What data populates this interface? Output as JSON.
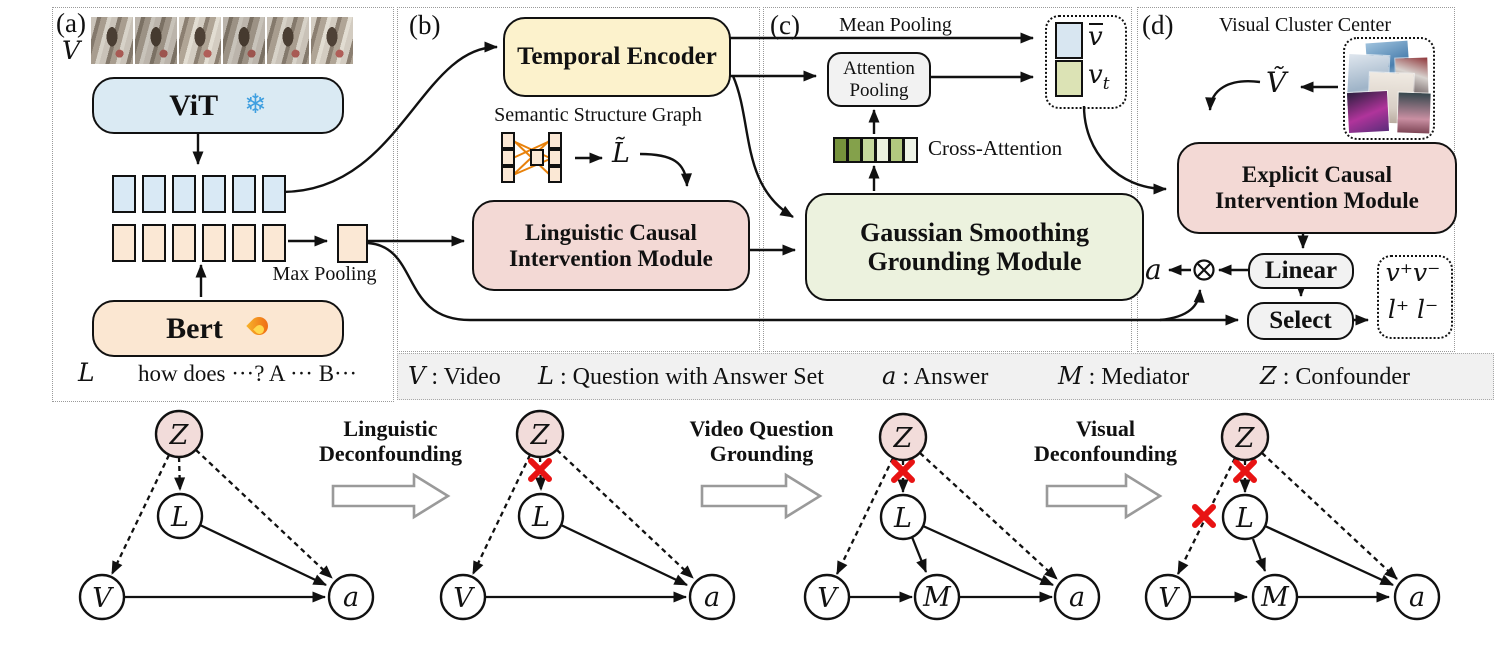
{
  "figure": {
    "panel_a": {
      "label": "(a)",
      "video_symbol": "V",
      "vit": "ViT",
      "bert": "Bert",
      "max_pooling": "Max Pooling",
      "language_symbol": "L",
      "question": "how does ···? A ··· B···"
    },
    "panel_b": {
      "label": "(b)",
      "temporal_encoder": "Temporal Encoder",
      "semantic_graph": "Semantic Structure Graph",
      "l_tilde": "L̃",
      "linguistic_module": "Linguistic Causal Intervention Module"
    },
    "panel_c": {
      "label": "(c)",
      "mean_pooling": "Mean Pooling",
      "attention_pooling": "Attention Pooling",
      "cross_attention": "Cross-Attention",
      "gaussian_module": "Gaussian Smoothing Grounding Module",
      "v_bar_base": "v",
      "v_t_base": "v",
      "v_t_sub": "t"
    },
    "panel_d": {
      "label": "(d)",
      "visual_cluster": "Visual Cluster Center",
      "v_tilde": "Ṽ",
      "explicit_module": "Explicit Causal Intervention Module",
      "linear": "Linear",
      "select": "Select",
      "answer_symbol": "a",
      "outputs_line1": "v⁺v⁻",
      "outputs_line2": "l⁺ l⁻"
    }
  },
  "legend": {
    "items": [
      {
        "symbol": "V",
        "desc": ": Video"
      },
      {
        "symbol": "L",
        "desc": ": Question with Answer Set"
      },
      {
        "symbol": "a",
        "desc": ": Answer"
      },
      {
        "symbol": "M",
        "desc": ": Mediator"
      },
      {
        "symbol": "Z",
        "desc": ": Confounder"
      }
    ]
  },
  "graphs": {
    "node_labels": {
      "Z": "Z",
      "L": "L",
      "V": "V",
      "M": "M",
      "a": "a"
    },
    "transitions": [
      {
        "line1": "Linguistic",
        "line2": "Deconfounding"
      },
      {
        "line1": "Video Question",
        "line2": "Grounding"
      },
      {
        "line1": "Visual",
        "line2": "Deconfounding"
      }
    ]
  },
  "icons": {
    "snowflake": "❄",
    "flame": "flame",
    "red_cross": "✕",
    "otimes": "⊗"
  },
  "colors": {
    "vit_box": "#daeaf3",
    "bert_box": "#fbe7d2",
    "temporal_encoder_box": "#fcf2cc",
    "causal_module_box": "#f3d9d5",
    "gaussian_module_box": "#ecf2de",
    "pooling_box": "#f2f2f2",
    "video_token": "#d9e9f5",
    "text_token": "#fbe8d5",
    "v_bar_token": "#d8e6f1",
    "v_t_token": "#dce3b5",
    "confounder_node": "#f2dcda",
    "red_cross": "#e81313",
    "orange_edges": "#e8810a",
    "legend_bg": "#f1f1f1",
    "cross_attention_tokens": [
      "#76923c",
      "#84a14b",
      "#c5d79d",
      "#ecf1df",
      "#b2c87f",
      "#eef3e6"
    ]
  }
}
